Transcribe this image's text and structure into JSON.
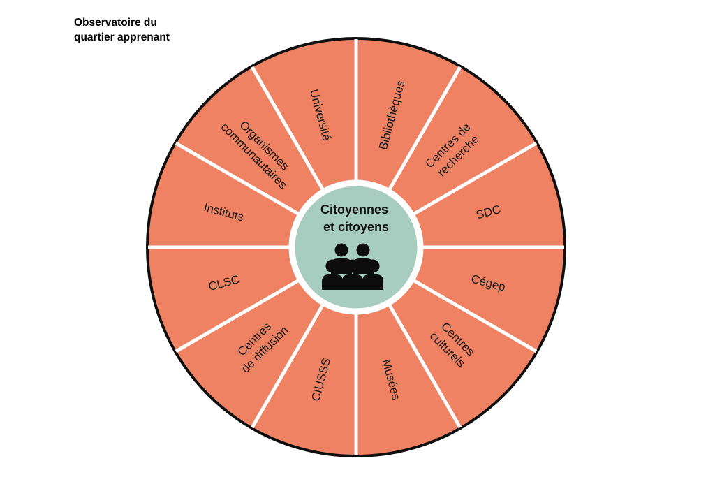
{
  "header": {
    "title_lines": [
      "Observatoire du",
      "quartier apprenant"
    ]
  },
  "wheel": {
    "colors": {
      "segment": "#EF8263",
      "center": "#A7CDC1",
      "outline": "#0f0f0f",
      "divider": "#ffffff",
      "icon": "#0d0d0d"
    },
    "center": {
      "lines": [
        "Citoyennes",
        "et citoyens"
      ],
      "icon": "people-group-icon"
    },
    "segments": [
      {
        "lines": [
          "Bibliothèques"
        ]
      },
      {
        "lines": [
          "Centres de",
          "recherche"
        ]
      },
      {
        "lines": [
          "SDC"
        ]
      },
      {
        "lines": [
          "Cégep"
        ]
      },
      {
        "lines": [
          "Centres",
          "culturels"
        ]
      },
      {
        "lines": [
          "Musées"
        ]
      },
      {
        "lines": [
          "CIUSSS"
        ]
      },
      {
        "lines": [
          "Centres",
          "de diffusion"
        ]
      },
      {
        "lines": [
          "CLSC"
        ]
      },
      {
        "lines": [
          "Instituts"
        ]
      },
      {
        "lines": [
          "Organismes",
          "communautaires"
        ]
      },
      {
        "lines": [
          "Université"
        ]
      }
    ]
  }
}
